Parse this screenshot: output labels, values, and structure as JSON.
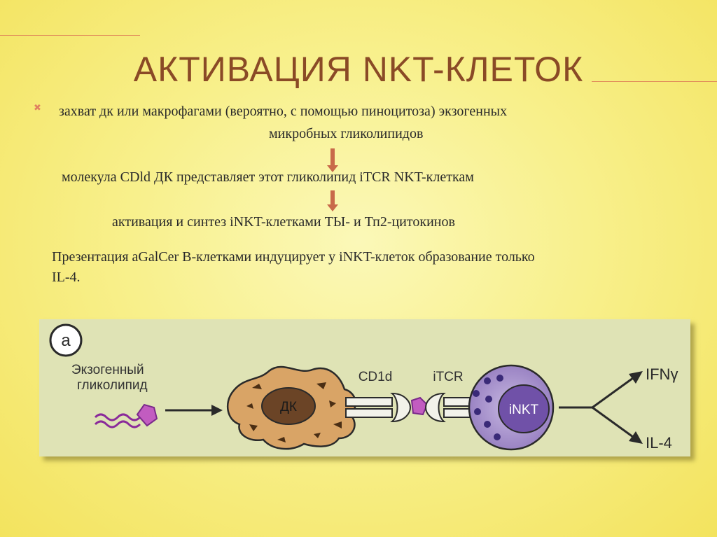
{
  "slide": {
    "title": "АКТИВАЦИЯ NKT-КЛЕТОК",
    "bullet_line1": "захват дк или макрофагами (вероятно, с помощью пиноцитоза) экзогенных",
    "bullet_line2": "микробных гликолипидов",
    "step2": "молекула CDld ДК представляет этот гликолипид iTCR NKT-клеткам",
    "step3": "активация и синтез iNKT-клетками ТЫ- и Тп2-цитокинов",
    "note_line1": "Презентация aGalCer В-клетками индуцирует у iNKT-клеток образование только",
    "note_line2": "IL-4."
  },
  "diagram": {
    "panel_label": "a",
    "glycolipid_line1": "Экзогенный",
    "glycolipid_line2": "гликолипид",
    "dc_label": "ДК",
    "cd1d_label": "CD1d",
    "itcr_label": "iTCR",
    "inkt_label": "iNKT",
    "output1": "IFNγ",
    "output2": "IL-4"
  },
  "colors": {
    "title": "#8a4a26",
    "arrow": "#c86a4a",
    "dc_cell": "#d9a466",
    "nkt_cell": "#9d86c4",
    "nkt_nucleus": "#7051a8",
    "panel": "#dfe3b5"
  }
}
